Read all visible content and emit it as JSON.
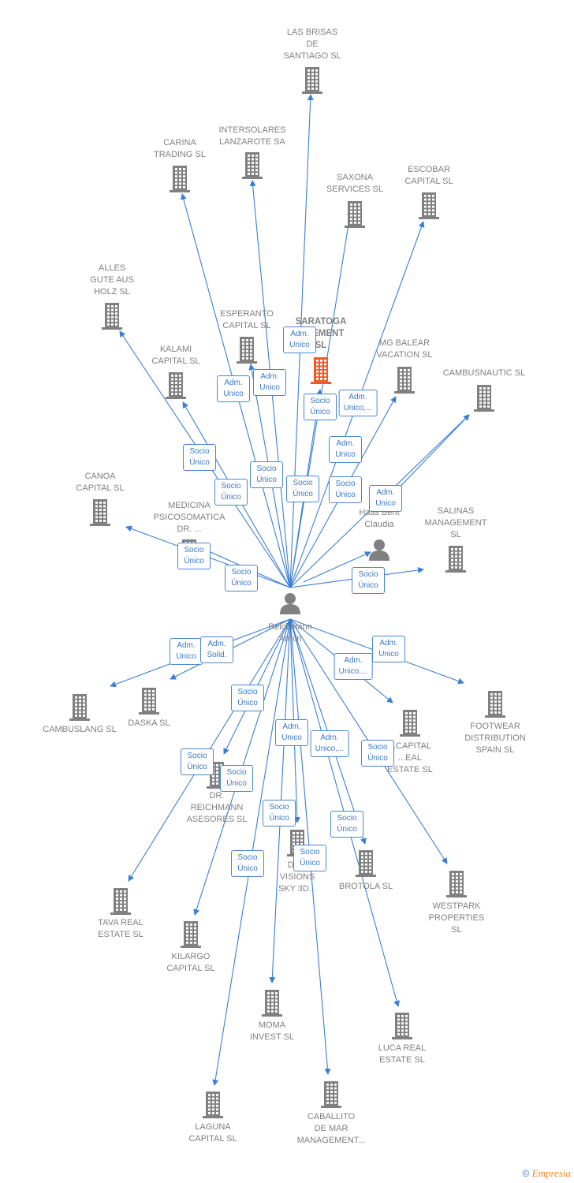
{
  "colors": {
    "edge": "#3a7fd5",
    "building": "#808080",
    "focal": "#ef5a2a",
    "text": "#808080",
    "badge": "#3a78c9"
  },
  "center": {
    "name": "Reichmann\nArmin"
  },
  "companies": [
    {
      "id": "las-brisas",
      "name": "LAS BRISAS\nDE\nSANTIAGO SL"
    },
    {
      "id": "carina",
      "name": "CARINA\nTRADING SL"
    },
    {
      "id": "intersolares",
      "name": "INTERSOLARES\nLANZAROTE SA"
    },
    {
      "id": "saxona",
      "name": "SAXONA\nSERVICES SL"
    },
    {
      "id": "escobar",
      "name": "ESCOBAR\nCAPITAL SL"
    },
    {
      "id": "alles-gute",
      "name": "ALLES\nGUTE AUS\nHOLZ SL"
    },
    {
      "id": "esperanto",
      "name": "ESPERANTO\nCAPITAL SL"
    },
    {
      "id": "saratoga",
      "name": "SARATOGA\n...GEMENT\nSL",
      "focal": true
    },
    {
      "id": "mg-balear",
      "name": "MG BALEAR\nVACATION SL"
    },
    {
      "id": "kalami",
      "name": "KALAMI\nCAPITAL SL"
    },
    {
      "id": "cambusnautic",
      "name": "CAMBUSNAUTIC SL"
    },
    {
      "id": "canoa",
      "name": "CANOA\nCAPITAL SL"
    },
    {
      "id": "medicina",
      "name": "MEDICINA\nPSICOSOMATICA\nDR. ..."
    },
    {
      "id": "salinas",
      "name": "SALINAS\nMANAGEMENT\nSL"
    },
    {
      "id": "cambuslang",
      "name": "CAMBUSLANG SL"
    },
    {
      "id": "daska",
      "name": "DASKA SL"
    },
    {
      "id": "footwear",
      "name": "FOOTWEAR\nDISTRIBUTION\nSPAIN SL"
    },
    {
      "id": "capital-real",
      "name": "...CAPITAL\n...EAL\nESTATE SL"
    },
    {
      "id": "dr-reichmann",
      "name": "DR.\nREICHMANN\nASESORES SL"
    },
    {
      "id": "tava",
      "name": "TAVA REAL\nESTATE SL"
    },
    {
      "id": "visions",
      "name": "DE...\nVISIONS\nSKY 3D..."
    },
    {
      "id": "brotola",
      "name": "BROTOLA SL"
    },
    {
      "id": "westpark",
      "name": "WESTPARK\nPROPERTIES\nSL"
    },
    {
      "id": "kilargo",
      "name": "KILARGO\nCAPITAL SL"
    },
    {
      "id": "moma",
      "name": "MOMA\nINVEST SL"
    },
    {
      "id": "luca",
      "name": "LUCA REAL\nESTATE SL"
    },
    {
      "id": "laguna",
      "name": "LAGUNA\nCAPITAL SL"
    },
    {
      "id": "caballito",
      "name": "CABALLITO\nDE MAR\nMANAGEMENT..."
    }
  ],
  "persons": [
    {
      "id": "haas",
      "name": "Haas Berit\nClaudia"
    }
  ],
  "relations": [
    "Adm.\nUnico",
    "Adm.\nUnico",
    "Adm.\nUnico",
    "Socio\nÚnico",
    "Adm.\nUnico,...",
    "Socio\nÚnico",
    "Adm.\nUnico",
    "Socio\nÚnico",
    "Socio\nÚnico",
    "Socio\nÚnico",
    "Socio\nÚnico",
    "Adm.\nUnico",
    "Socio\nÚnico",
    "Socio\nÚnico",
    "Socio\nÚnico",
    "Adm.\nUnico",
    "Adm.\nSolid.",
    "Adm.\nUnico",
    "Adm.\nUnico,...",
    "Socio\nÚnico",
    "Socio\nÚnico",
    "Adm.\nUnico",
    "Adm.\nUnico,...",
    "Socio\nÚnico",
    "Socio\nÚnico",
    "Socio\nÚnico",
    "Socio\nÚnico",
    "Socio\nÚnico",
    "Socio\nÚnico"
  ],
  "footer": {
    "copyright": "©",
    "brand": "Empresia"
  }
}
